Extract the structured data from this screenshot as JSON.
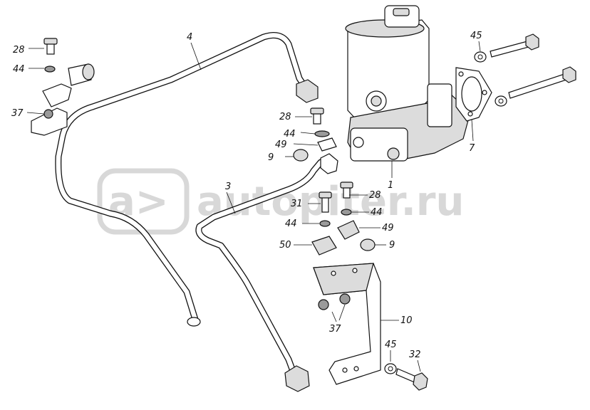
{
  "watermark": {
    "text": "autopiter.ru",
    "logo_glyph": "a>"
  },
  "labels": {
    "l28a": "28",
    "l44a": "44",
    "l37a": "37",
    "l4": "4",
    "l45a": "45",
    "l7": "7",
    "l28b": "28",
    "l44b": "44",
    "l49a": "49",
    "l9a": "9",
    "l1": "1",
    "l3": "3",
    "l31": "31",
    "l28c": "28",
    "l44c": "44",
    "l44d": "44",
    "l49b": "49",
    "l50": "50",
    "l9b": "9",
    "l10": "10",
    "l37b": "37",
    "l45b": "45",
    "l32": "32"
  },
  "colors": {
    "line": "#111111",
    "watermark": "#d8d8d8",
    "shade": "#dcdcdc"
  }
}
